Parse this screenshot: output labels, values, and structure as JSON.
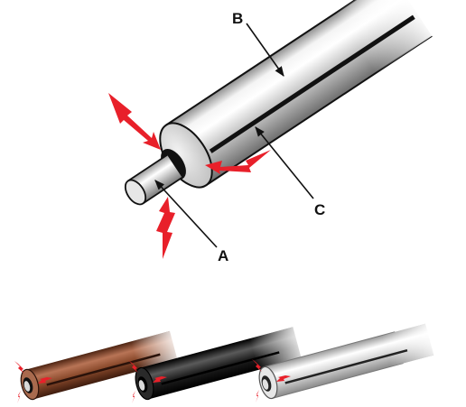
{
  "labels": {
    "a": "A",
    "b": "B",
    "c": "C"
  },
  "colors": {
    "background": "#ffffff",
    "bolt": "#e8202a",
    "outline": "#111111",
    "copper_jacket": "#7a3f22",
    "black_jacket": "#1c1c1c",
    "silver_jacket": "#d6d6d6"
  }
}
